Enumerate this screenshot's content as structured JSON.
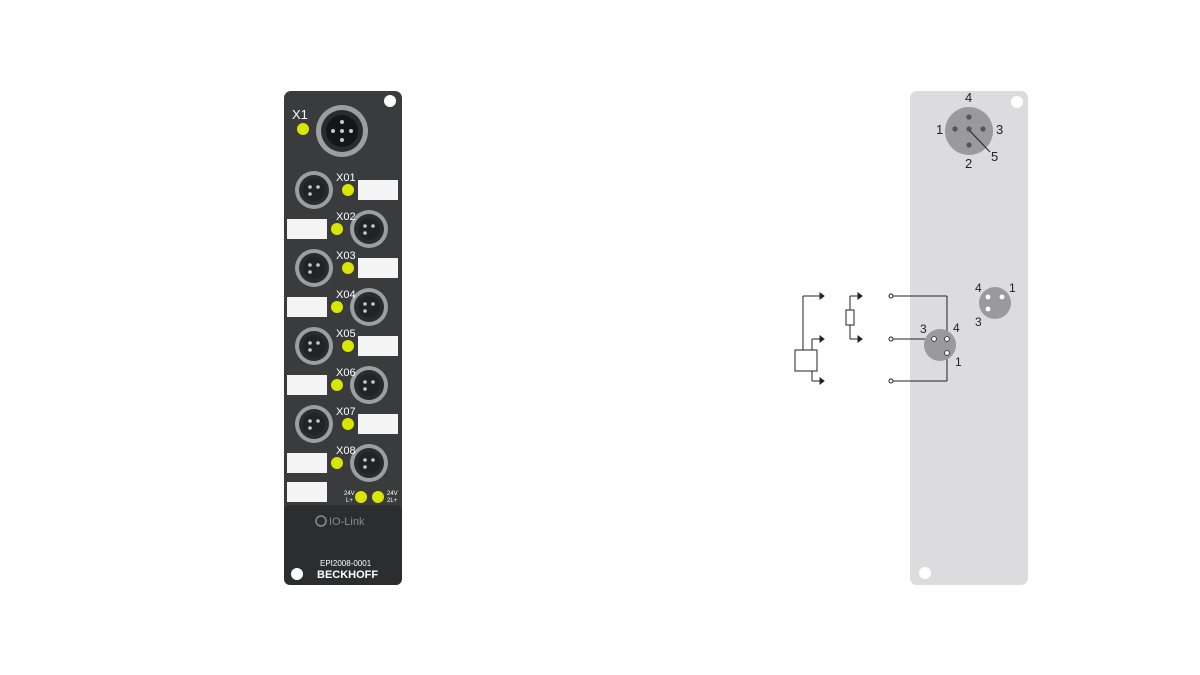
{
  "colors": {
    "module_body": "#3a3b3d",
    "module_dark": "#222325",
    "led": "#d8e600",
    "label_slot": "#f4f4f4",
    "panel": "#dcdcdf",
    "panel_connector": "#9a9a9e",
    "line": "#222222"
  },
  "module": {
    "main_connector_label": "X1",
    "ports": [
      {
        "label": "X01",
        "side": "left"
      },
      {
        "label": "X02",
        "side": "right"
      },
      {
        "label": "X03",
        "side": "left"
      },
      {
        "label": "X04",
        "side": "right"
      },
      {
        "label": "X05",
        "side": "left"
      },
      {
        "label": "X06",
        "side": "right"
      },
      {
        "label": "X07",
        "side": "left"
      },
      {
        "label": "X08",
        "side": "right"
      }
    ],
    "supply_leds": [
      {
        "line1": "24V",
        "line2": "L+"
      },
      {
        "line1": "24V",
        "line2": "2L+"
      }
    ],
    "logo": "IO-Link",
    "model": "EPI2008-0001",
    "brand": "BECKHOFF"
  },
  "diagram": {
    "x1_pins": [
      "4",
      "1",
      "3",
      "5",
      "2"
    ],
    "port_pins": [
      "4",
      "1",
      "3"
    ],
    "wiring_pins": [
      "3",
      "4",
      "1"
    ]
  }
}
